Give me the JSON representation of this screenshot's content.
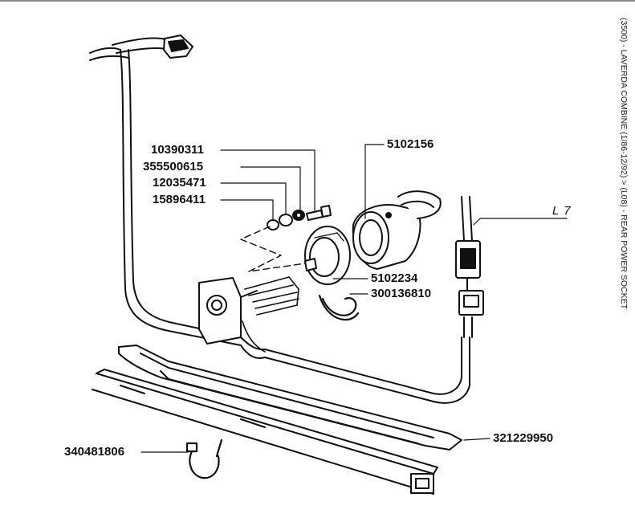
{
  "title": "(3500) - LAVERDA COMBINE (1/86-12/92) > (L08) - REAR POWER SOCKET",
  "parts": {
    "p10390311": "10390311",
    "p355500615": "355500615",
    "p12035471": "12035471",
    "p15896411": "15896411",
    "p5102156": "5102156",
    "p5102234": "5102234",
    "p300136810": "300136810",
    "p321229950": "321229950",
    "p340481806": "340481806"
  },
  "ref_l7": "L 7"
}
